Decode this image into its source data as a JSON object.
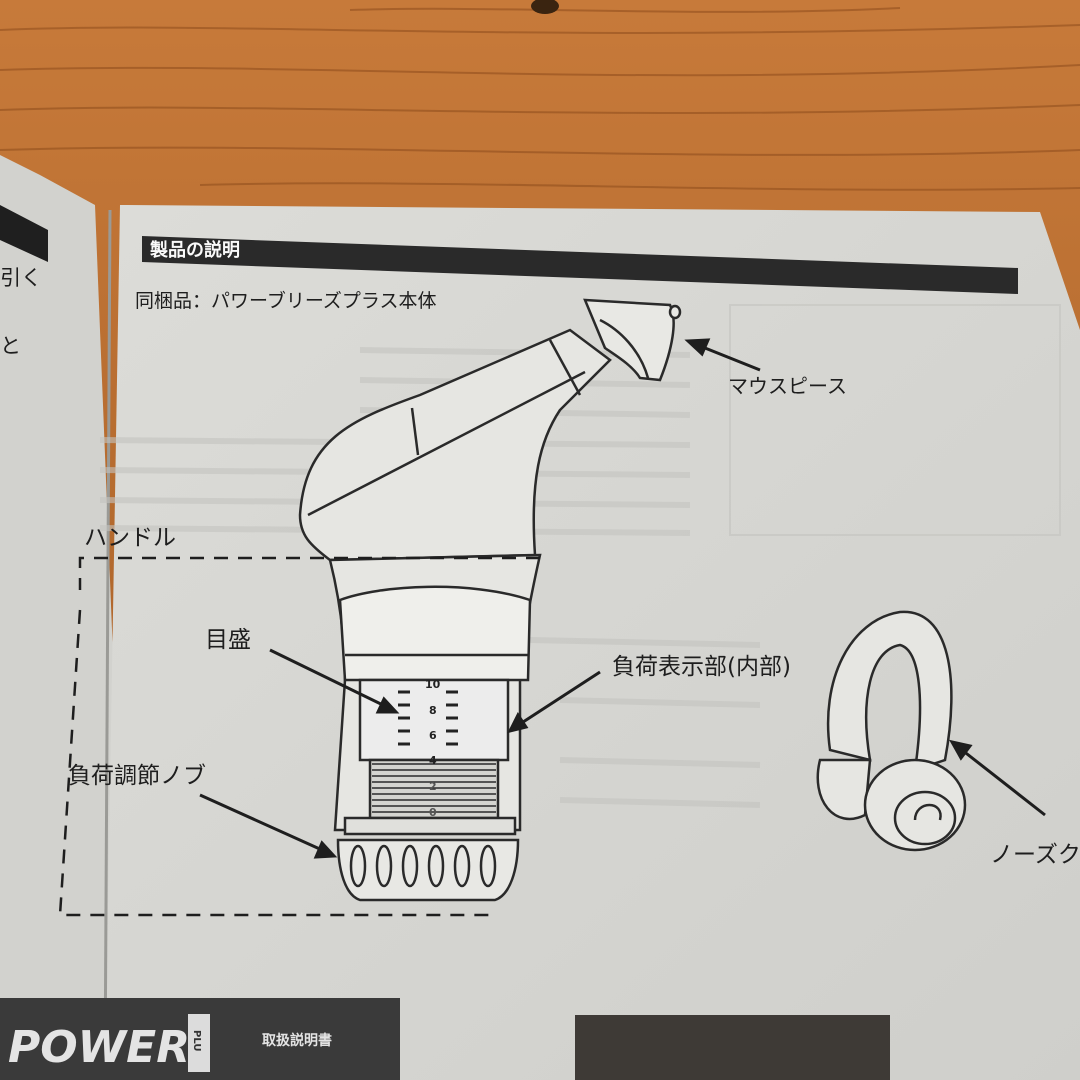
{
  "colors": {
    "wood": "#b0642a",
    "paper": "#d9d9d4",
    "ink": "#1e1e1e",
    "header_band": "#2a2a2a"
  },
  "left_page": {
    "fragment_1": "引く",
    "fragment_2": "と"
  },
  "section": {
    "title": "製品の説明",
    "contents": "同梱品：パワーブリーズプラス本体"
  },
  "labels": {
    "mouthpiece": "マウスピース",
    "handle": "ハンドル",
    "scale": "目盛",
    "load_indicator": "負荷表示部(内部)",
    "load_knob": "負荷調節ノブ",
    "nose_clip": "ノーズク"
  },
  "scale_ticks": [
    "10",
    "8",
    "6",
    "4",
    "2",
    "0"
  ],
  "bottom_box": {
    "logo": "POWER",
    "logo_side": "PLU",
    "manual_title": "取扱説明書"
  },
  "icons": [
    "mouthpiece-illustration",
    "trainer-body-illustration",
    "load-knob-illustration",
    "nose-clip-illustration"
  ]
}
